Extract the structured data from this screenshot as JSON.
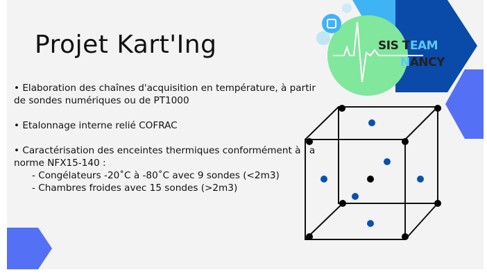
{
  "slide": {
    "title": "Projet Kart'Ing",
    "bullets": [
      "• Elaboration des chaînes d'acquisition en température, à partir de sondes numériques ou de PT1000",
      "• Etalonnage interne relié COFRAC",
      "• Caractérisation des enceintes thermiques conformément à l a norme NFX15-140 :"
    ],
    "sub_items": [
      "- Congélateurs -20˚C à -80˚C  avec 9 sondes (<2m3)",
      "- Chambres froides avec 15 sondes (>2m3)"
    ],
    "logo": {
      "line1_a": "SIS T",
      "line1_b": "EAM",
      "line2_a": "N",
      "line2_b": "ANCY"
    }
  },
  "colors": {
    "background": "#f3f3f3",
    "dark_blue": "#0a4aa8",
    "light_blue": "#3fb4f5",
    "periwinkle": "#5470f5",
    "green": "#7fe89a",
    "probe_blue": "#0b50b0"
  }
}
